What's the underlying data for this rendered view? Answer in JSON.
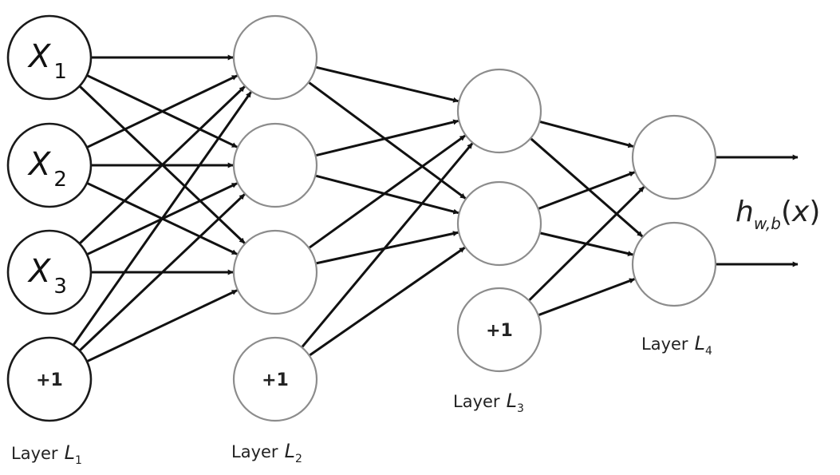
{
  "layers": [
    {
      "label_word": "Layer",
      "label_symbol": "L",
      "label_subscript": "1",
      "nodes": [
        {
          "kind": "var",
          "main": "X",
          "sub": "1"
        },
        {
          "kind": "var",
          "main": "X",
          "sub": "2"
        },
        {
          "kind": "var",
          "main": "X",
          "sub": "3"
        },
        {
          "kind": "bias",
          "text": "+1"
        }
      ]
    },
    {
      "label_word": "Layer",
      "label_symbol": "L",
      "label_subscript": "2",
      "nodes": [
        {
          "kind": "neuron"
        },
        {
          "kind": "neuron"
        },
        {
          "kind": "neuron"
        },
        {
          "kind": "bias",
          "text": "+1"
        }
      ]
    },
    {
      "label_word": "Layer",
      "label_symbol": "L",
      "label_subscript": "3",
      "nodes": [
        {
          "kind": "neuron"
        },
        {
          "kind": "neuron"
        },
        {
          "kind": "bias",
          "text": "+1"
        }
      ]
    },
    {
      "label_word": "Layer",
      "label_symbol": "L",
      "label_subscript": "4",
      "nodes": [
        {
          "kind": "neuron"
        },
        {
          "kind": "neuron"
        }
      ]
    }
  ],
  "output": {
    "main": "h",
    "subscript": "w,b",
    "open_paren": "(",
    "argument": "x",
    "close_paren": ")"
  }
}
